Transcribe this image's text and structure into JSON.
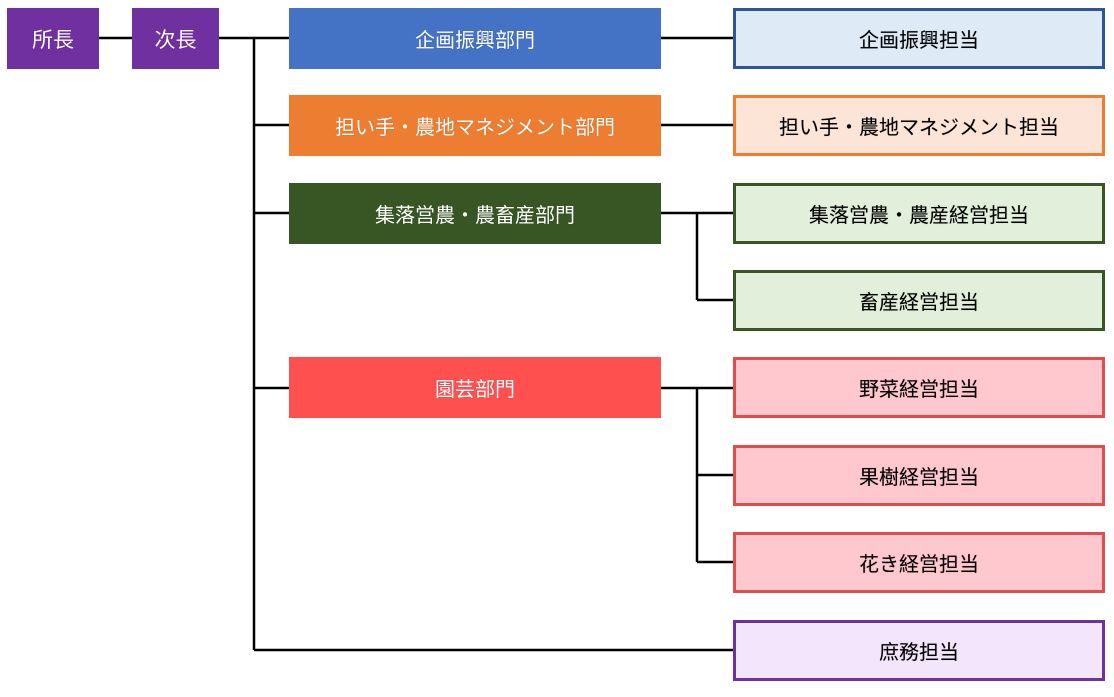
{
  "org": {
    "director": "所長",
    "deputy": "次長",
    "departments": [
      {
        "label": "企画振興部門",
        "color": "#4472c4"
      },
      {
        "label": "担い手・農地マネジメント部門",
        "color": "#ed7d31"
      },
      {
        "label": "集落営農・農畜産部門",
        "color": "#375623"
      },
      {
        "label": "園芸部門",
        "color": "#ff5050"
      }
    ],
    "units": [
      {
        "label": "企画振興担当",
        "bg": "#deebf7",
        "border": "#2e5597"
      },
      {
        "label": "担い手・農地マネジメント担当",
        "bg": "#fce4d6",
        "border": "#ed7d31"
      },
      {
        "label": "集落営農・農産経営担当",
        "bg": "#e2efda",
        "border": "#375623"
      },
      {
        "label": "畜産経営担当",
        "bg": "#e2efda",
        "border": "#375623"
      },
      {
        "label": "野菜経営担当",
        "bg": "#ffc7ce",
        "border": "#e04d4d"
      },
      {
        "label": "果樹経営担当",
        "bg": "#ffc7ce",
        "border": "#e04d4d"
      },
      {
        "label": "花き経営担当",
        "bg": "#ffc7ce",
        "border": "#e04d4d"
      },
      {
        "label": "庶務担当",
        "bg": "#f3e5fc",
        "border": "#7030a0"
      }
    ]
  }
}
